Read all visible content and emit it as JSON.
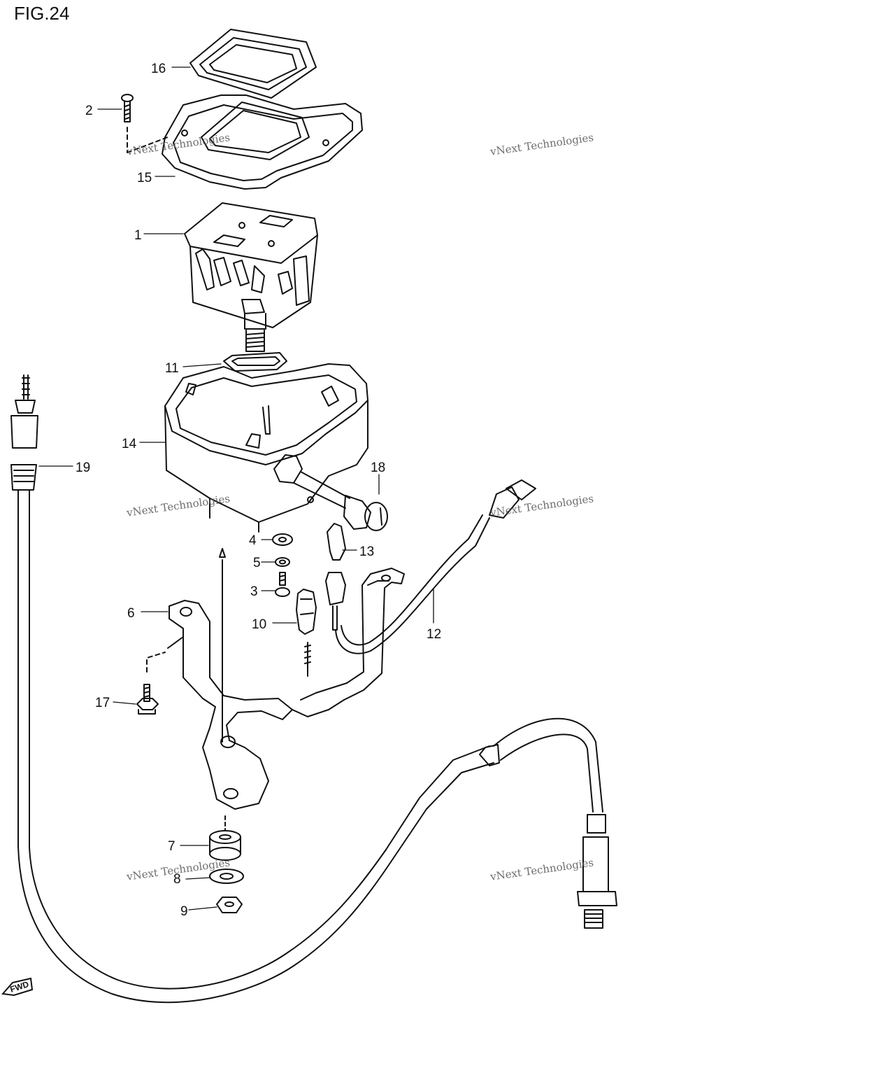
{
  "figure_title": "FIG.24",
  "watermark": {
    "line1": "vNext Technologies",
    "line2": "vNext Technologies"
  },
  "direction_marker": "FWD",
  "callouts": [
    {
      "id": "16",
      "label": "16"
    },
    {
      "id": "2",
      "label": "2"
    },
    {
      "id": "15",
      "label": "15"
    },
    {
      "id": "1",
      "label": "1"
    },
    {
      "id": "11",
      "label": "11"
    },
    {
      "id": "14",
      "label": "14"
    },
    {
      "id": "19",
      "label": "19"
    },
    {
      "id": "18",
      "label": "18"
    },
    {
      "id": "4",
      "label": "4"
    },
    {
      "id": "13",
      "label": "13"
    },
    {
      "id": "5",
      "label": "5"
    },
    {
      "id": "3",
      "label": "3"
    },
    {
      "id": "6",
      "label": "6"
    },
    {
      "id": "10",
      "label": "10"
    },
    {
      "id": "12",
      "label": "12"
    },
    {
      "id": "17",
      "label": "17"
    },
    {
      "id": "7",
      "label": "7"
    },
    {
      "id": "8",
      "label": "8"
    },
    {
      "id": "9",
      "label": "9"
    }
  ],
  "colors": {
    "line": "#111111",
    "watermark": "#9a9a9a",
    "background": "#ffffff"
  }
}
